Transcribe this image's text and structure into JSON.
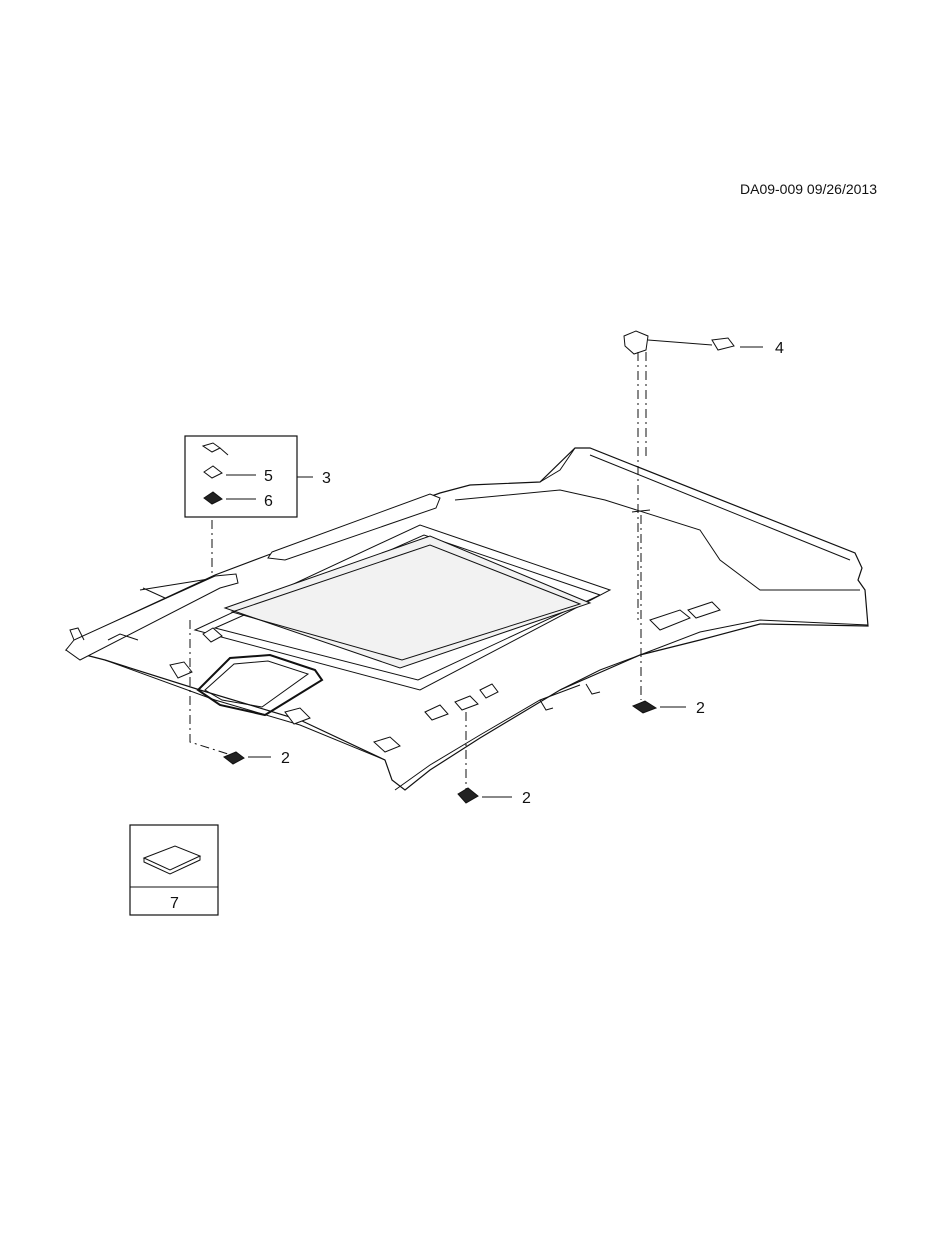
{
  "header": {
    "document_id": "DA09-009 09/26/2013"
  },
  "callouts": {
    "headliner_clip_front_left": "2",
    "headliner_clip_center": "2",
    "headliner_clip_right": "2",
    "fastener_kit": "3",
    "harness": "4",
    "kit_item_5": "5",
    "kit_item_6": "6",
    "pad": "7"
  }
}
